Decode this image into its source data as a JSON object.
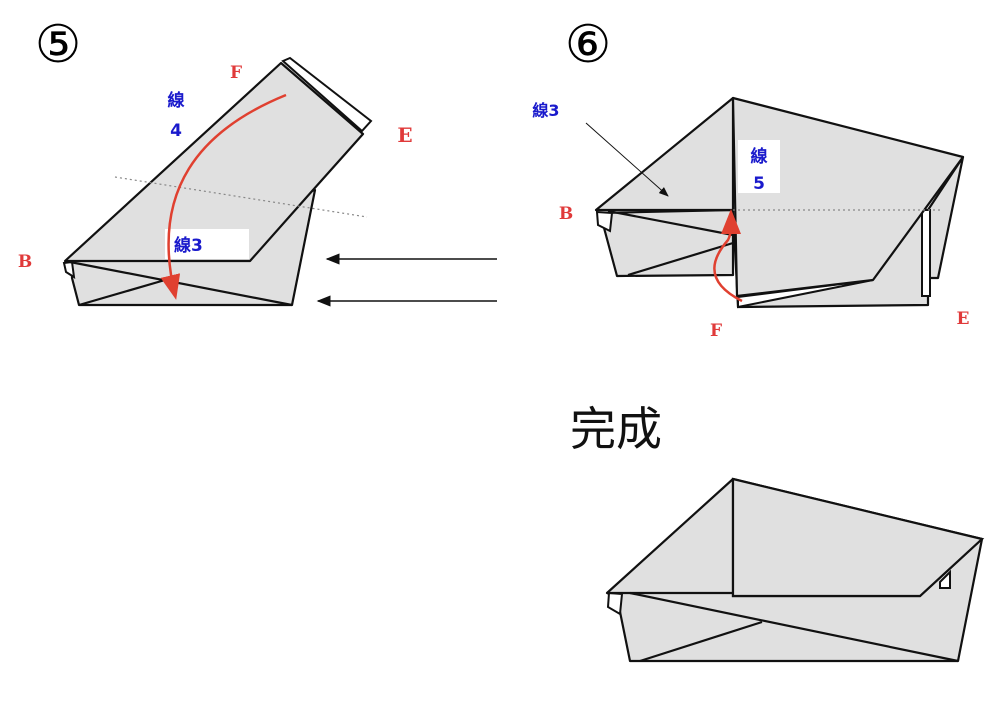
{
  "colors": {
    "paper": "#e0e0e0",
    "label_red": "#e03a3a",
    "label_blue": "#1a1acc",
    "fold_arrow": "#e04030"
  },
  "step5": {
    "number": "⑤",
    "labels": {
      "F": "F",
      "E": "E",
      "B": "B",
      "line4_char": "線",
      "line4_num": "4",
      "line3": "線3"
    }
  },
  "step6": {
    "number": "⑥",
    "labels": {
      "line3": "線3",
      "B": "B",
      "line5_char": "線",
      "line5_num": "5",
      "F": "F",
      "E": "E"
    }
  },
  "complete": {
    "title": "完成"
  }
}
